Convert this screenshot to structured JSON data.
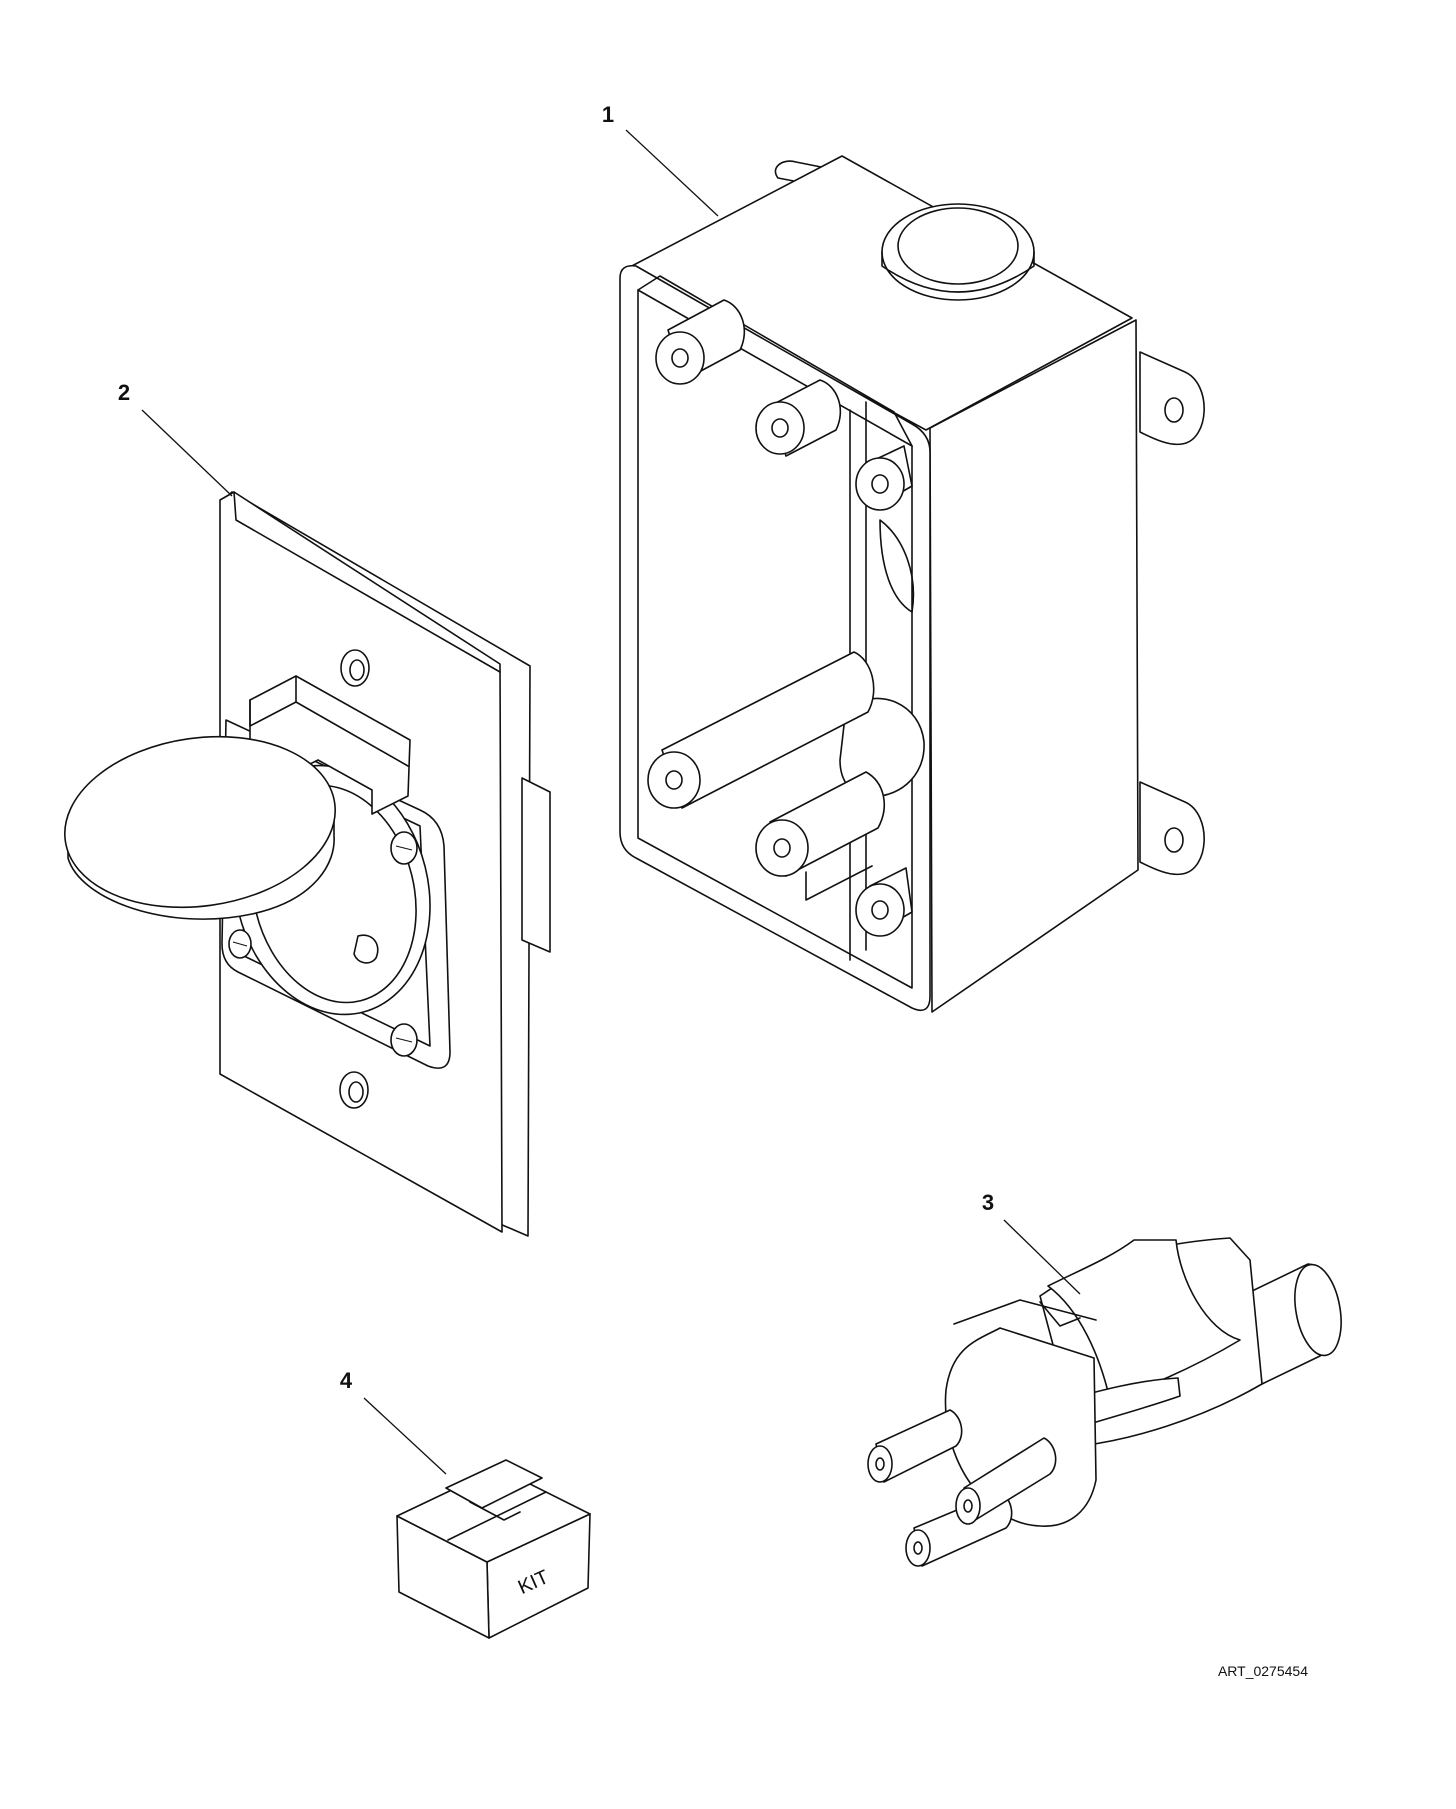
{
  "callouts": [
    {
      "id": "1",
      "label": "1"
    },
    {
      "id": "2",
      "label": "2"
    },
    {
      "id": "3",
      "label": "3"
    },
    {
      "id": "4",
      "label": "4"
    }
  ],
  "kit_label": "KIT",
  "art_id": "ART_0275454"
}
